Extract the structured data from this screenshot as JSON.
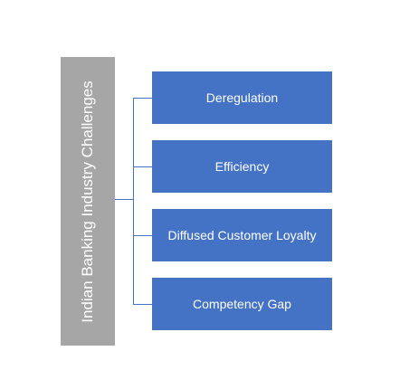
{
  "diagram": {
    "root": {
      "label": "Indian Banking Industry Challenges"
    },
    "children": [
      {
        "label": "Deregulation"
      },
      {
        "label": "Efficiency"
      },
      {
        "label": "Diffused Customer Loyalty"
      },
      {
        "label": "Competency Gap"
      }
    ]
  },
  "colors": {
    "root_fill": "#a6a6a6",
    "node_fill": "#4472c4",
    "connector": "#4472c4",
    "text": "#ffffff"
  }
}
